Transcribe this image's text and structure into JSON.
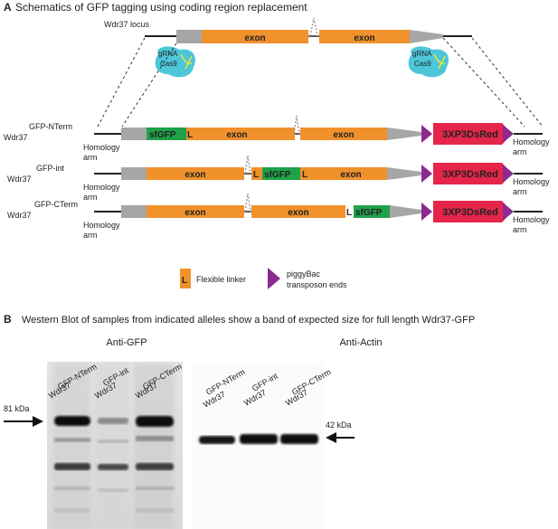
{
  "panel_a": {
    "letter": "A",
    "title": "Schematics of GFP tagging using coding region replacement",
    "locus_label": "Wdr37 locus",
    "exon": "exon",
    "grna": "gRNA",
    "cas9": "Cas9",
    "constructs": [
      {
        "name": "GFP-NTerm",
        "gene": "Wdr37"
      },
      {
        "name": "GFP-int",
        "gene": "Wdr37"
      },
      {
        "name": "GFP-CTerm",
        "gene": "Wdr37"
      }
    ],
    "sfgfp": "sfGFP",
    "linker_letter": "L",
    "dsred": "3XP3DsRed",
    "homology_1": "Homology",
    "homology_2": "arm",
    "legend_linker": "Flexible linker",
    "legend_pb_1": "piggyBac",
    "legend_pb_2": "transposon ends",
    "colors": {
      "exon": "#f0912c",
      "gfp": "#1fa14a",
      "dsred": "#e5254a",
      "piggybac": "#8c2a8f",
      "utr": "#a6a6a6",
      "cas9": "#4cc6d8"
    }
  },
  "panel_b": {
    "letter": "B",
    "title": "Western Blot of samples from indicated alleles show a band of expected size for full length Wdr37-GFP",
    "blot_gfp_title": "Anti-GFP",
    "blot_actin_title": "Anti-Actin",
    "lanes": [
      {
        "name": "GFP-NTerm",
        "gene": "Wdr37"
      },
      {
        "name": "GFP-int",
        "gene": "Wdr37"
      },
      {
        "name": "GFP-CTerm",
        "gene": "Wdr37"
      }
    ],
    "marker_gfp": "81 kDa",
    "marker_actin": "42 kDa"
  }
}
